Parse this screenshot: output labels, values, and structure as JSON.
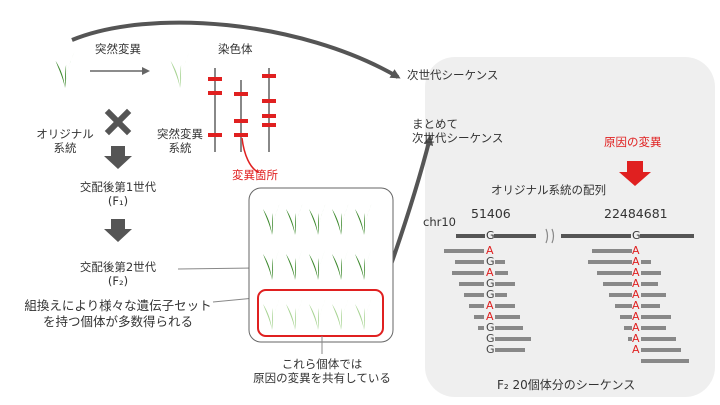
{
  "labels": {
    "mutation_top": "突然変異",
    "chromosome": "染色体",
    "original_line1": "オリジナル",
    "original_line2": "系統",
    "mutant_line1": "突然変異",
    "mutant_line2": "系統",
    "mutation_sites": "変異箇所",
    "f1_line1": "交配後第1世代",
    "f1_line2": "(F₁)",
    "f2_line1": "交配後第2世代",
    "f2_line2": "(F₂)",
    "recomb_line1": "組換えにより様々な遺伝子セット",
    "recomb_line2": "を持つ個体が多数得られる",
    "shared_line1": "これら個体では",
    "shared_line2": "原因の変異を共有している",
    "ngs_top": "次世代シーケンス",
    "ngs_pooled_line1": "まとめて",
    "ngs_pooled_line2": "次世代シーケンス",
    "causal_mutation": "原因の変異",
    "original_sequence": "オリジナル系統の配列",
    "chr": "chr10",
    "pos1": "51406",
    "pos2": "22484681",
    "ref_base1": "G",
    "ref_base2": "G",
    "footer": "F₂ 20個体分のシーケンス"
  },
  "reads_left": [
    "A",
    "G",
    "A",
    "G",
    "G",
    "A",
    "A",
    "G",
    "G",
    "G"
  ],
  "reads_right": [
    "A",
    "A",
    "A",
    "A",
    "A",
    "A",
    "A",
    "A",
    "A",
    "A"
  ],
  "colors": {
    "plant_dark": "#3e8a2e",
    "plant_light": "#a8d494",
    "red": "#e02020",
    "gray_panel": "#efefef",
    "dark_gray": "#555555"
  }
}
